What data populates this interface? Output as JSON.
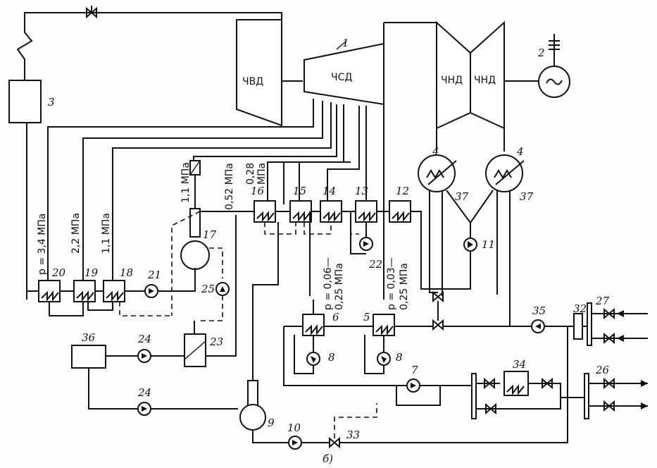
{
  "turbine": {
    "hp_label": "ЧВД",
    "ip_label": "ЧСД",
    "lp1_label": "ЧНД",
    "lp2_label": "ЧНД"
  },
  "params": {
    "p1": "p = 3,4 МПа",
    "p2": "2,2 МПа",
    "p3": "1,1 МПа",
    "p4": "1,1 МПа",
    "p5": "0,52 МПа",
    "p6": "0,28",
    "p6b": "МПа",
    "p7a": "p = 0,06—",
    "p7b": "0,25 МПа",
    "p8a": "p = 0,03—",
    "p8b": "0,25 МПа"
  },
  "numbers": {
    "n1": "1",
    "n2": "2",
    "n3": "3",
    "n4a": "4",
    "n4b": "4",
    "n5": "5",
    "n6": "6",
    "n7": "7",
    "n8a": "8",
    "n8b": "8",
    "n9": "9",
    "n10": "10",
    "n11": "11",
    "n12": "12",
    "n13": "13",
    "n14": "14",
    "n15": "15",
    "n16": "16",
    "n17": "17",
    "n18": "18",
    "n19": "19",
    "n20": "20",
    "n21": "21",
    "n22": "22",
    "n23": "23",
    "n24a": "24",
    "n24b": "24",
    "n25": "25",
    "n26": "26",
    "n27": "27",
    "n32": "32",
    "n33": "33",
    "n34": "34",
    "n35": "35",
    "n36": "36",
    "n37a": "37",
    "n37b": "37"
  },
  "caption": "б)"
}
